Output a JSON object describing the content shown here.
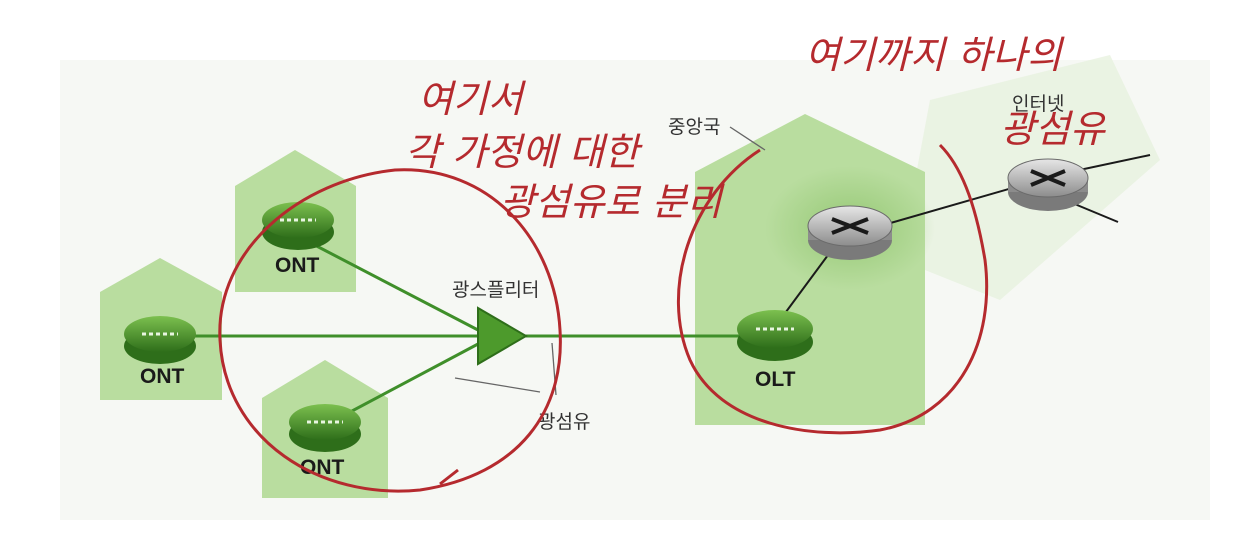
{
  "diagram": {
    "ont_label": "ONT",
    "olt_label": "OLT",
    "splitter_label": "광스플리터",
    "fiber_label": "광섬유",
    "central_office_label": "중앙국",
    "internet_label": "인터넷"
  },
  "annotations": {
    "left_line1": "여기서",
    "left_line2": "각 가정에 대한",
    "left_line3": "광섬유로 분리",
    "right_line1": "여기까지 하나의",
    "right_line2": "광섬유"
  },
  "colors": {
    "house_fill": "#b9dd9f",
    "fiber_line": "#3f8f2a",
    "device_green": "#4d9a2c",
    "router_gray": "#bdbdbd",
    "annotation_red": "#b52a2e"
  }
}
